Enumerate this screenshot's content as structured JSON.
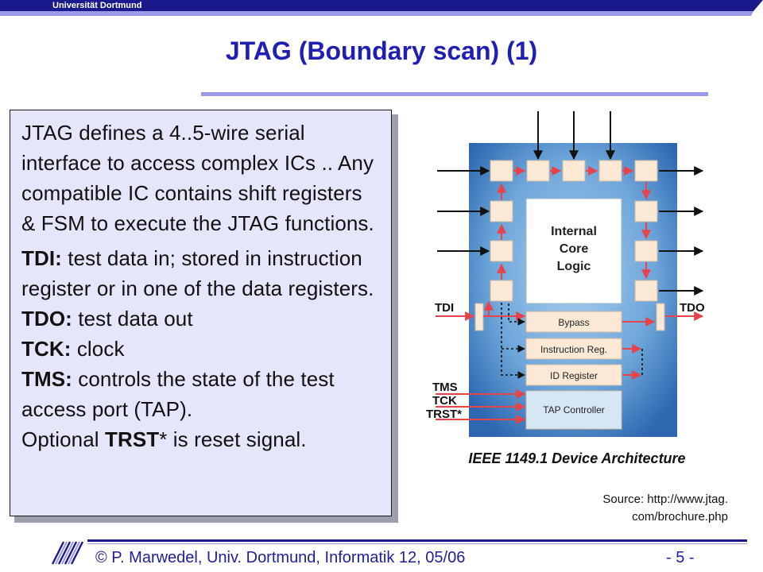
{
  "header": {
    "university": "Universität Dortmund"
  },
  "slide": {
    "title": "JTAG (Boundary scan) (1)",
    "intro": "JTAG defines a 4..5-wire serial interface to access complex ICs .. Any compatible IC contains shift registers &  FSM to execute the JTAG functions.",
    "signals": [
      {
        "name": "TDI:",
        "desc": " test data in; stored in instruction register or in one of the data registers."
      },
      {
        "name": "TDO:",
        "desc": " test data out"
      },
      {
        "name": "TCK:",
        "desc": " clock"
      },
      {
        "name": "TMS:",
        "desc": " controls the state of the test access port (TAP)."
      }
    ],
    "optional_prefix": "Optional ",
    "optional_name": "TRST",
    "optional_suffix": "* is reset signal."
  },
  "diagram": {
    "core_lines": [
      "Internal",
      "Core",
      "Logic"
    ],
    "registers": [
      "Bypass",
      "Instruction Reg.",
      "ID Register",
      "TAP Controller"
    ],
    "pins": {
      "tdi": "TDI",
      "tdo": "TDO",
      "tms": "TMS",
      "tck": "TCK",
      "trst": "TRST*"
    },
    "caption": "IEEE 1149.1 Device Architecture",
    "colors": {
      "chip_outer": "#2f6fb8",
      "chip_inner": "#8fb8e4",
      "cell": "#fbe9d6",
      "arrow": "#e8424a"
    }
  },
  "source": {
    "line1": "Source: http://www.jtag.",
    "line2": "com/brochure.php"
  },
  "footer": {
    "author": "© P. Marwedel, Univ. Dortmund, Informatik 12, 05/06",
    "page": "- 5 -"
  }
}
